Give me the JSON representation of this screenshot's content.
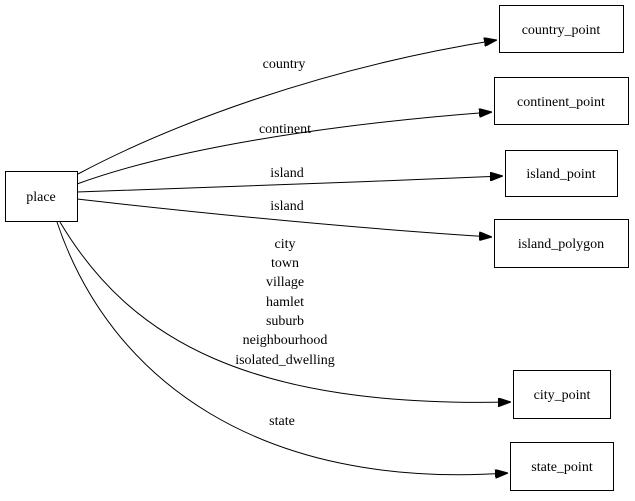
{
  "diagram": {
    "type": "directed-graph",
    "colors": {
      "background": "#ffffff",
      "node_fill": "#ffffff",
      "stroke": "#000000",
      "text": "#000000"
    },
    "nodes": [
      {
        "id": "place",
        "label": "place"
      },
      {
        "id": "country_point",
        "label": "country_point"
      },
      {
        "id": "continent_point",
        "label": "continent_point"
      },
      {
        "id": "island_point",
        "label": "island_point"
      },
      {
        "id": "island_polygon",
        "label": "island_polygon"
      },
      {
        "id": "city_point",
        "label": "city_point"
      },
      {
        "id": "state_point",
        "label": "state_point"
      }
    ],
    "edges": [
      {
        "from": "place",
        "to": "country_point",
        "label": "country"
      },
      {
        "from": "place",
        "to": "continent_point",
        "label": "continent"
      },
      {
        "from": "place",
        "to": "island_point",
        "label": "island"
      },
      {
        "from": "place",
        "to": "island_polygon",
        "label": "island"
      },
      {
        "from": "place",
        "to": "city_point",
        "label_lines": [
          "city",
          "town",
          "village",
          "hamlet",
          "suburb",
          "neighbourhood",
          "isolated_dwelling"
        ]
      },
      {
        "from": "place",
        "to": "state_point",
        "label": "state"
      }
    ]
  }
}
